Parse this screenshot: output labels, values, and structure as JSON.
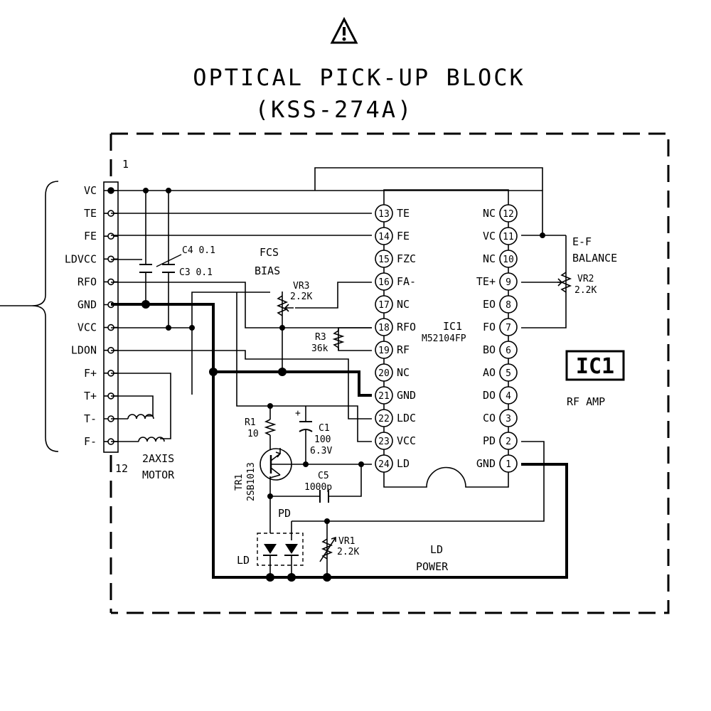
{
  "warning_symbol": "warning-triangle-icon",
  "title": "OPTICAL PICK-UP BLOCK",
  "model": "(KSS-274A)",
  "connector": {
    "pin_first": "1",
    "pin_last": "12",
    "signals": [
      "VC",
      "TE",
      "FE",
      "LDVCC",
      "RFO",
      "GND",
      "VCC",
      "LDON",
      "F+",
      "T+",
      "T-",
      "F-"
    ]
  },
  "components": {
    "c4": "C4 0.1",
    "c3": "C3 0.1",
    "fcs_bias_1": "FCS",
    "fcs_bias_2": "BIAS",
    "vr3_name": "VR3",
    "vr3_value": "2.2K",
    "r3_name": "R3",
    "r3_value": "36k",
    "r1_name": "R1",
    "r1_value": "10",
    "c1_name": "C1",
    "c1_value": "100",
    "c1_voltage": "6.3V",
    "c5_name": "C5",
    "c5_value": "1000p",
    "tr1_name": "TR1",
    "tr1_part": "2SB1013",
    "vr1_name": "VR1",
    "vr1_value": "2.2K",
    "vr2_name": "VR2",
    "vr2_value": "2.2K",
    "motor_1": "2AXIS",
    "motor_2": "MOTOR",
    "pd_label": "PD",
    "ld_label": "LD",
    "ld_power_1": "LD",
    "ld_power_2": "POWER",
    "ef_balance_1": "E-F",
    "ef_balance_2": "BALANCE"
  },
  "ic": {
    "ref": "IC1",
    "part": "M52104FP",
    "badge": "IC1",
    "function": "RF AMP",
    "left_pins": [
      {
        "num": "13",
        "name": "TE"
      },
      {
        "num": "14",
        "name": "FE"
      },
      {
        "num": "15",
        "name": "FZC"
      },
      {
        "num": "16",
        "name": "FA-"
      },
      {
        "num": "17",
        "name": "NC"
      },
      {
        "num": "18",
        "name": "RFO"
      },
      {
        "num": "19",
        "name": "RF"
      },
      {
        "num": "20",
        "name": "NC"
      },
      {
        "num": "21",
        "name": "GND"
      },
      {
        "num": "22",
        "name": "LDC"
      },
      {
        "num": "23",
        "name": "VCC"
      },
      {
        "num": "24",
        "name": "LD"
      }
    ],
    "right_pins": [
      {
        "num": "12",
        "name": "NC"
      },
      {
        "num": "11",
        "name": "VC"
      },
      {
        "num": "10",
        "name": "NC"
      },
      {
        "num": "9",
        "name": "TE+"
      },
      {
        "num": "8",
        "name": "EO"
      },
      {
        "num": "7",
        "name": "FO"
      },
      {
        "num": "6",
        "name": "BO"
      },
      {
        "num": "5",
        "name": "AO"
      },
      {
        "num": "4",
        "name": "DO"
      },
      {
        "num": "3",
        "name": "CO"
      },
      {
        "num": "2",
        "name": "PD"
      },
      {
        "num": "1",
        "name": "GND"
      }
    ]
  }
}
